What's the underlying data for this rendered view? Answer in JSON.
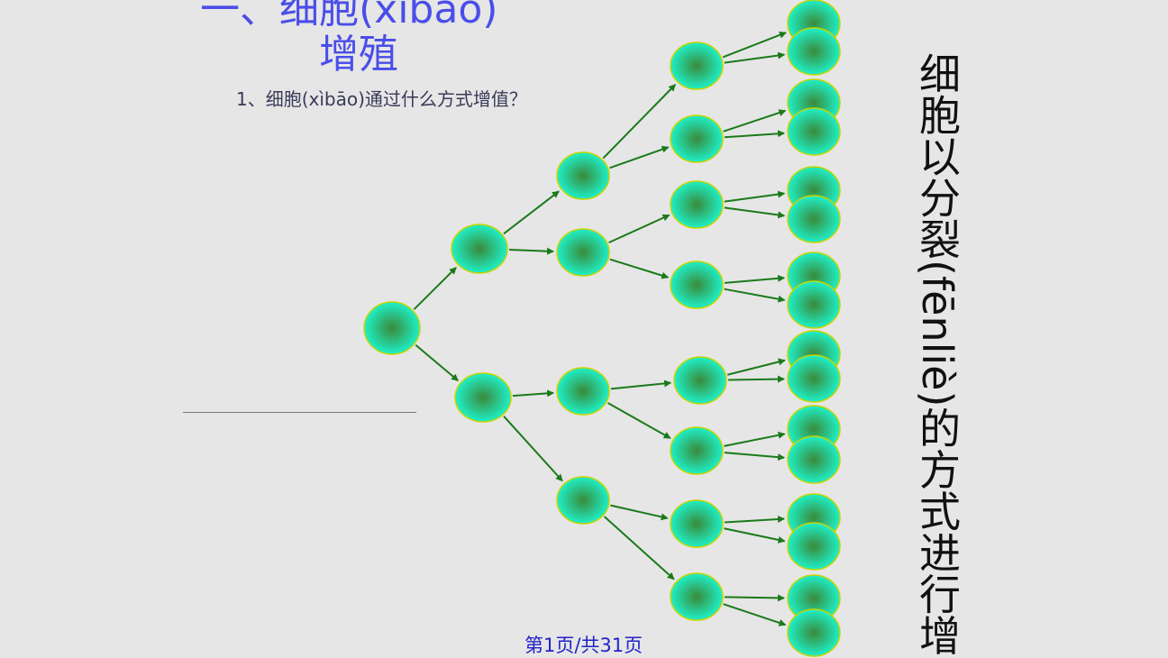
{
  "slide": {
    "title_line1": "一、细胞(xìbāo)",
    "title_line2": "增殖",
    "question": "1、细胞(xìbāo)通过什么方式增值？",
    "side_text": "细胞以分裂(fēnliè)的方式进行增",
    "footer": "第1页/共31页"
  },
  "colors": {
    "title": "#4a4ee8",
    "arrow": "#1a7a1a",
    "cell_outer": "#1ef0c8",
    "cell_core": "#3a8a3a",
    "cell_border": "#c8d400",
    "footer": "#2323c8"
  },
  "diagram": {
    "levels": [
      1,
      2,
      4,
      8,
      16
    ]
  }
}
